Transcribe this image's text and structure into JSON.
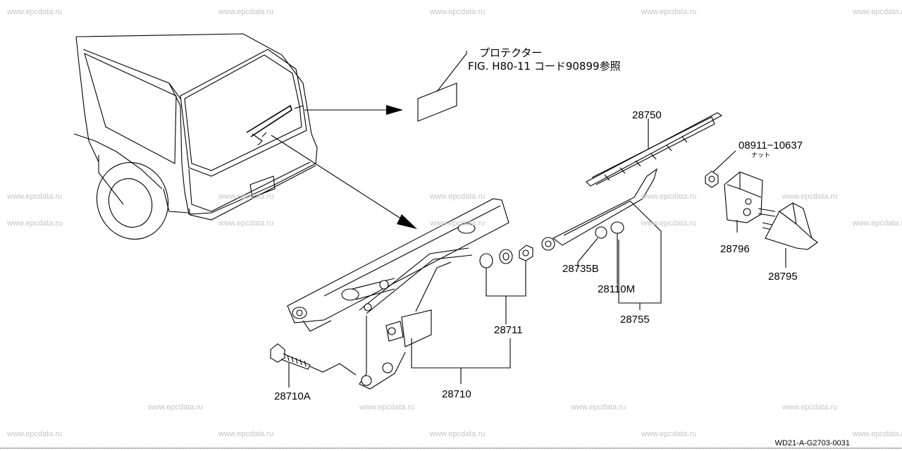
{
  "watermark": "www.epcdata.ru",
  "note": {
    "line1": "プロテクター",
    "line2": "FIG. H80-11 コード90899参照"
  },
  "parts": {
    "p28750": "28750",
    "p08911": "08911−10637",
    "p08911_sub": "ナット",
    "p28796": "28796",
    "p28795": "28795",
    "p28735B": "28735B",
    "p28110M": "28110M",
    "p28755": "28755",
    "p28711": "28711",
    "p28710": "28710",
    "p28710A": "28710A"
  },
  "diagram_code": "WD21-A-G2703-0031"
}
